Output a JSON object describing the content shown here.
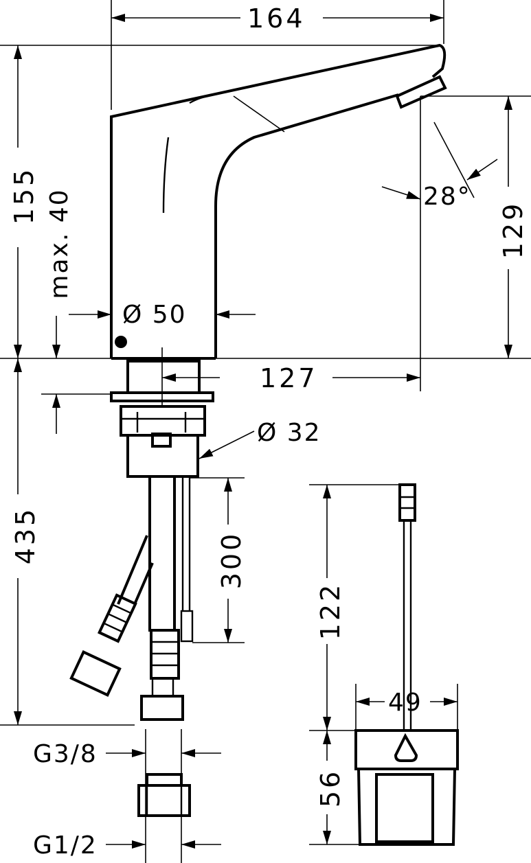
{
  "drawing": {
    "title": "",
    "dimensions": {
      "width_top": "164",
      "height_total": "155",
      "max_thickness": "max. 40",
      "spout_height": "129",
      "spout_angle": "28°",
      "body_diameter": "Ø 50",
      "projection": "127",
      "shank_diameter": "Ø 32",
      "below_counter": "435",
      "cable_length": "300",
      "battery_cable": "122",
      "battery_width": "49",
      "battery_height": "56",
      "connection_upper": "G3/8",
      "connection_lower": "G1/2"
    }
  }
}
